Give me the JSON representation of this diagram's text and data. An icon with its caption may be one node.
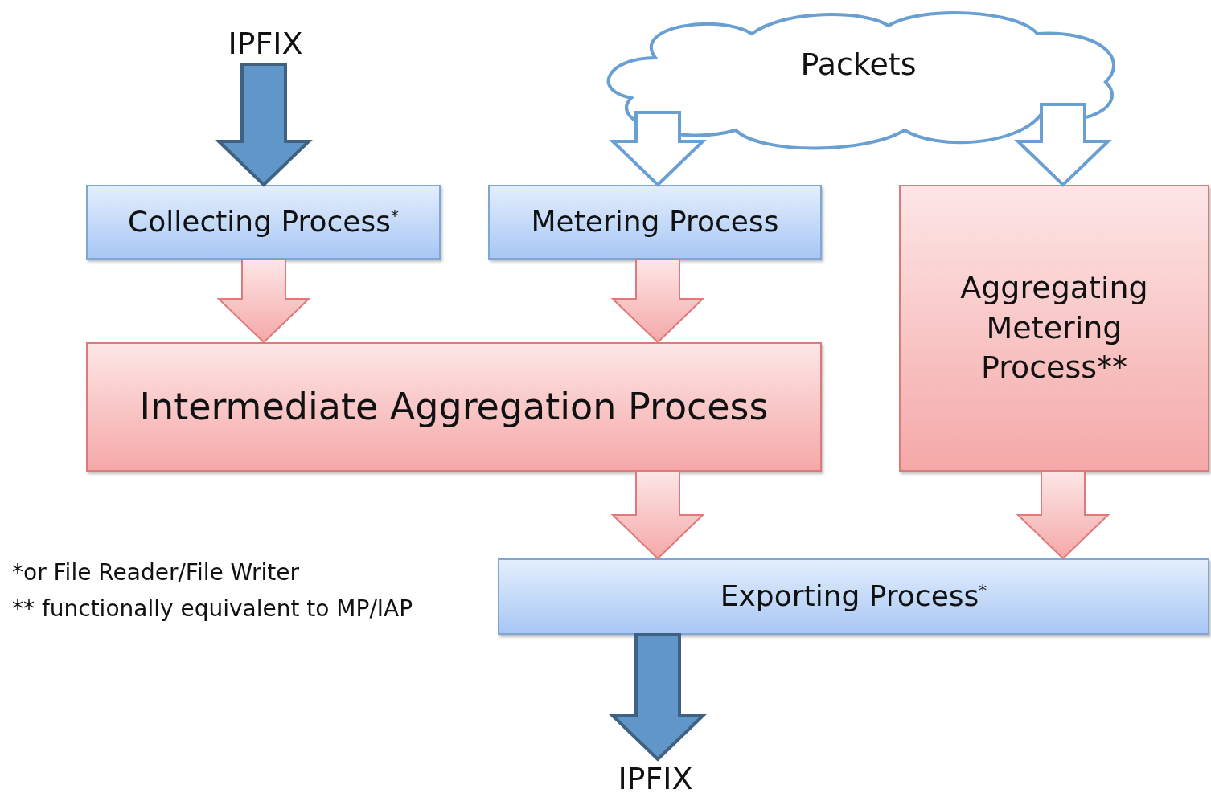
{
  "diagram": {
    "nodes": [
      {
        "text": [
          "IPFIX"
        ]
      },
      {
        "text": [
          "Packets"
        ]
      },
      {
        "text": [
          "Collecting Process$^{*}$"
        ]
      },
      {
        "text": [
          "Metering Process"
        ]
      },
      {
        "text": [
          "Aggregating Metering Process**"
        ]
      },
      {
        "text": [
          "Intermediate Aggregation Process"
        ]
      },
      {
        "text": [
          "Exporting Process$^{*}$"
        ]
      },
      {
        "text": [
          "IPFIX"
        ]
      }
    ],
    "edges": [
      {
        "from": 0,
        "to": 2,
        "arrow": "to",
        "color": "#6196c9"
      },
      {
        "from": 1,
        "to": 3,
        "arrow": "to",
        "color": "#ffffff"
      },
      {
        "from": 1,
        "to": 4,
        "arrow": "to",
        "color": "#ffffff"
      },
      {
        "from": 2,
        "to": 5,
        "arrow": "to"
      },
      {
        "from": 3,
        "to": 5,
        "arrow": "to"
      },
      {
        "from": 5,
        "to": 6,
        "arrow": "to"
      },
      {
        "from": 4,
        "to": 6,
        "arrow": "to"
      },
      {
        "from": 6,
        "to": 7,
        "arrow": "to",
        "color": "#6196c9"
      }
    ],
    "labels": [
      "*or File Reader/File Writer",
      "** functionally equivalent to MP/IAP"
    ]
  }
}
